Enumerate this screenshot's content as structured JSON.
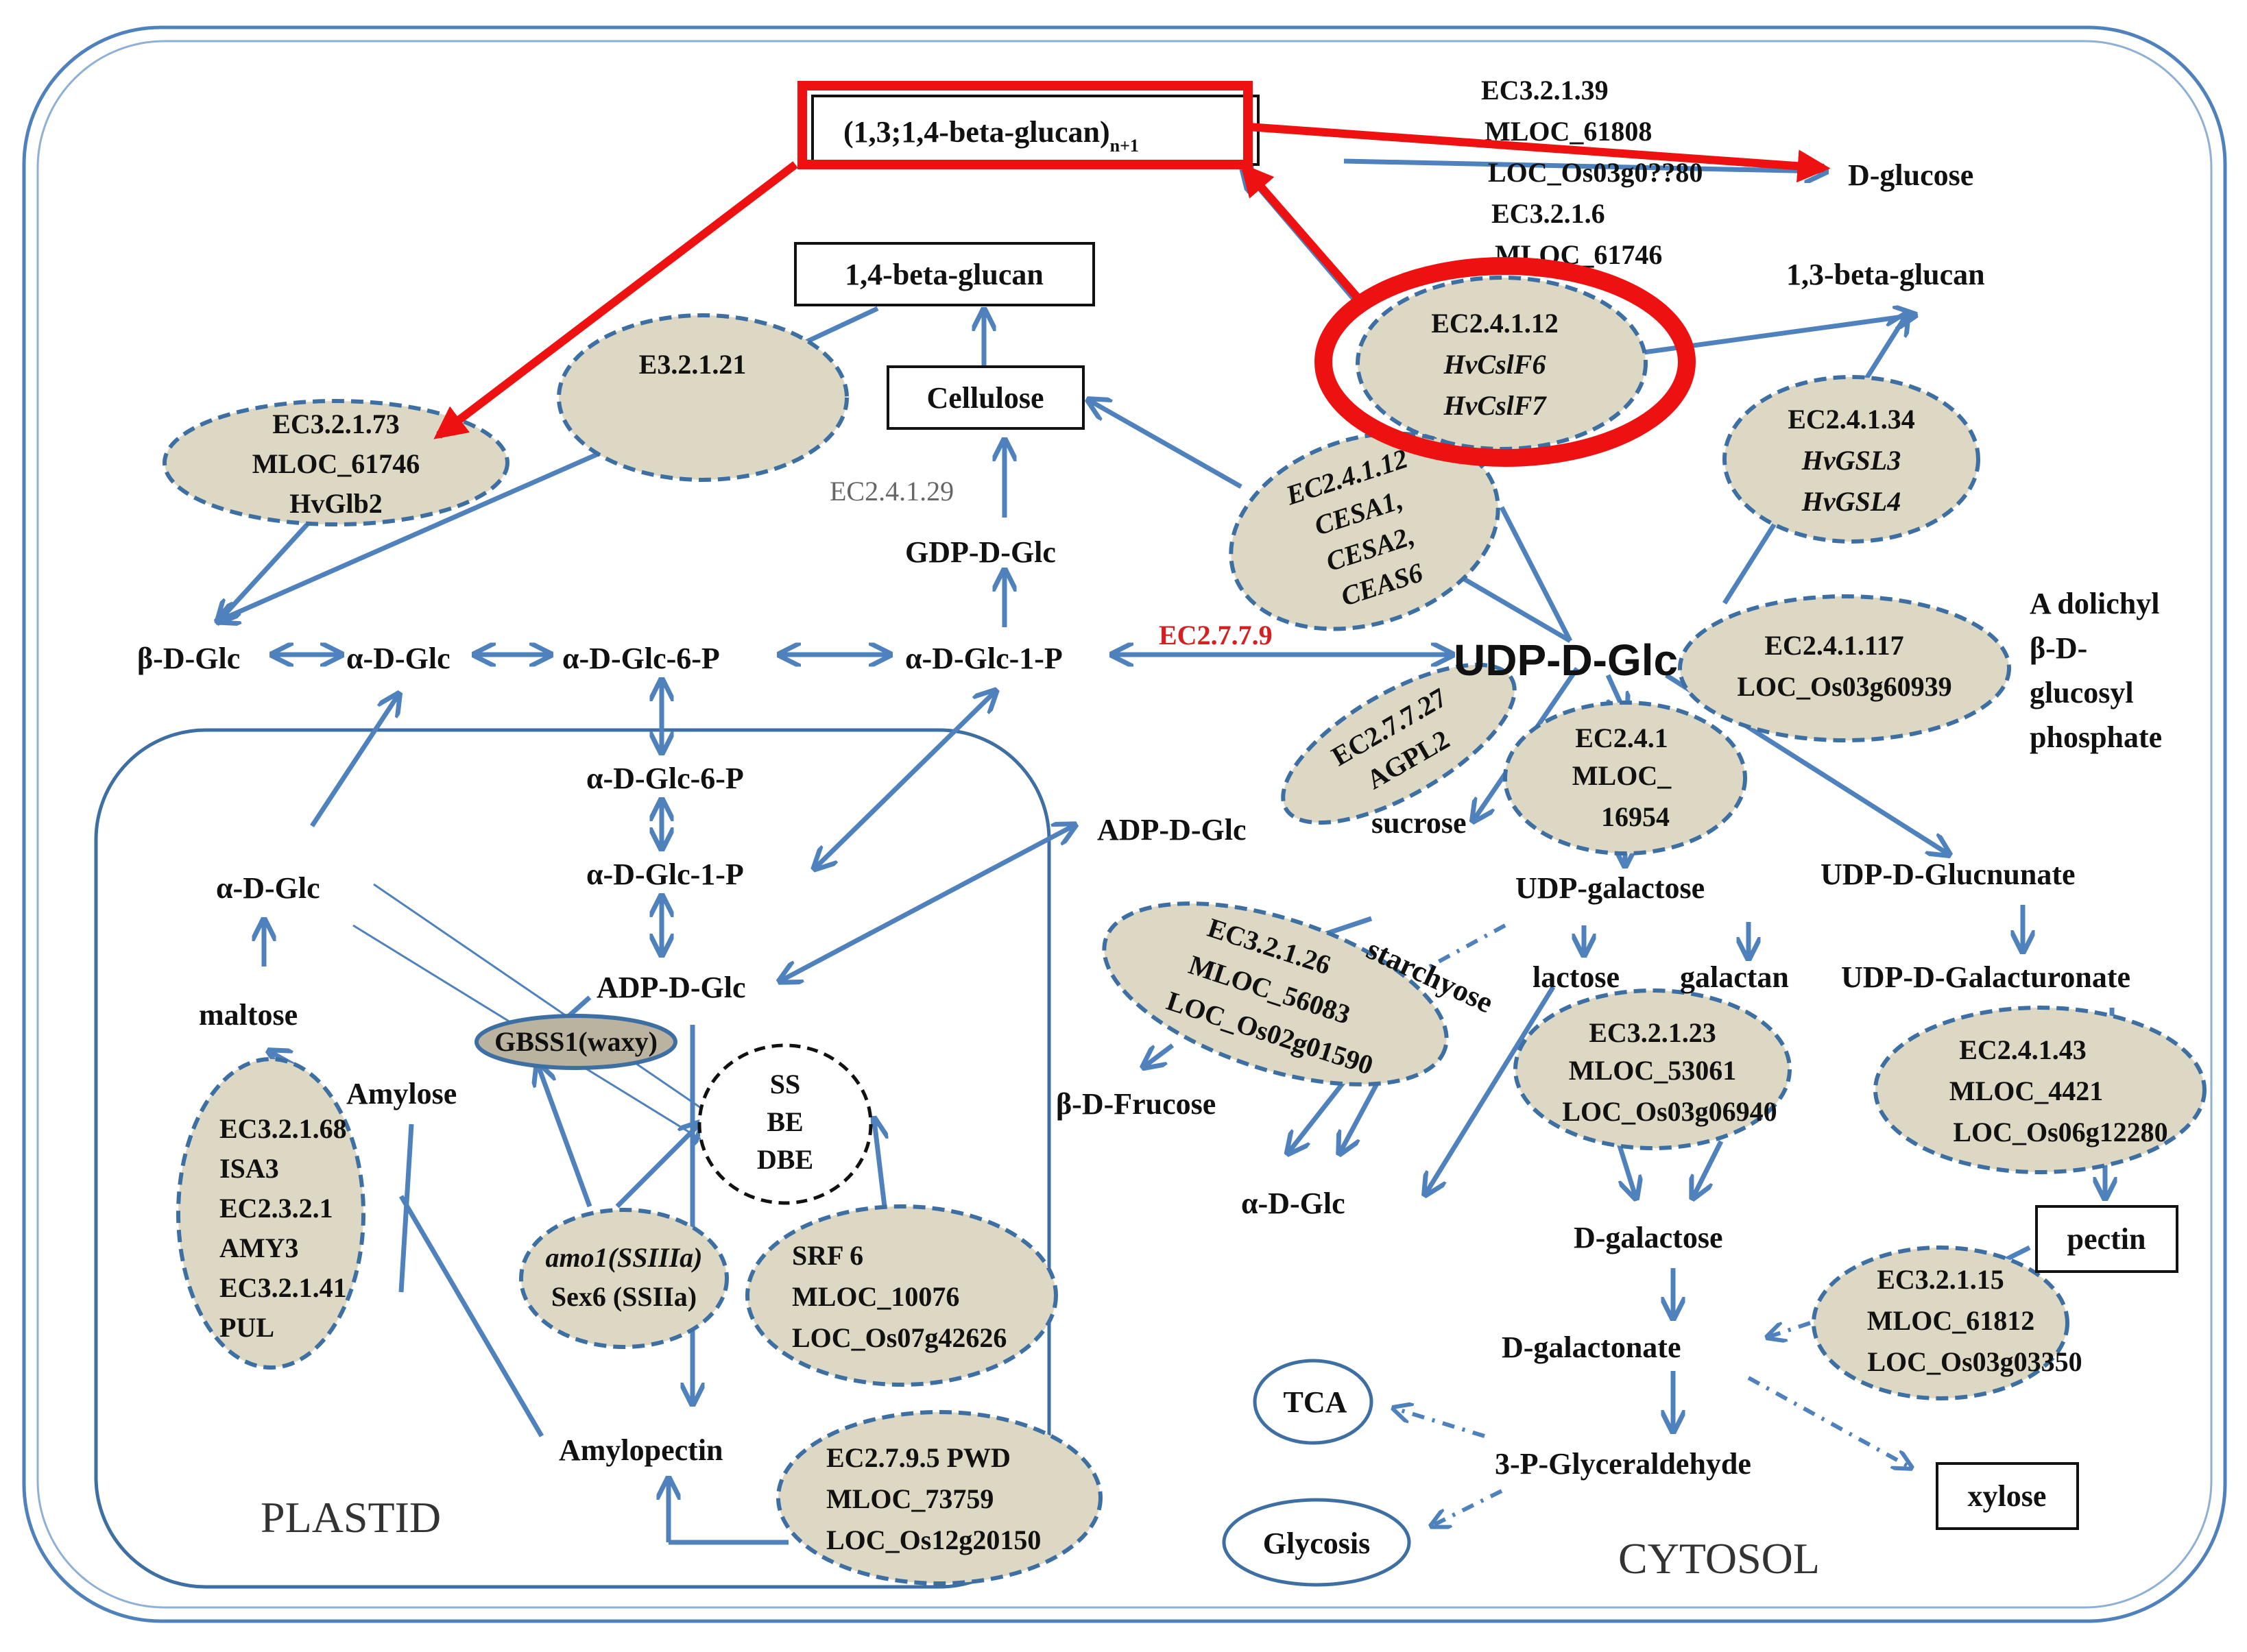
{
  "regions": {
    "plastid": "PLASTID",
    "cytosol": "CYTOSOL"
  },
  "colors": {
    "arrow": "#4f81bd",
    "enzyme_fill": "#ddd8c4",
    "highlight": "#ee1111",
    "ec_red": "#d42020"
  },
  "boxes": {
    "beta_glucan_main": "(1,3;1,4-beta-glucan)",
    "beta_glucan_main_sub": "n+1",
    "b14_glucan": "1,4-beta-glucan",
    "cellulose": "Cellulose",
    "pectin": "pectin",
    "xylose": "xylose"
  },
  "circles": {
    "tca": "TCA",
    "glycosis": "Glycosis"
  },
  "metabolites": {
    "d_glucose": "D-glucose",
    "b13_glucan": "1,3-beta-glucan",
    "gdp_d_glc": "GDP-D-Glc",
    "ec24129": "EC2.4.1.29",
    "beta_d_glc": "β-D-Glc",
    "alpha_d_glc_top": "α-D-Glc",
    "alpha_glc6p_top": "α-D-Glc-6-P",
    "alpha_glc1p_top": "α-D-Glc-1-P",
    "ec2779": "EC2.7.7.9",
    "udp_d_glc": "UDP-D-Glc",
    "dolichyl": [
      "A dolichyl",
      "β-D-",
      "glucosyl",
      "phosphate"
    ],
    "alpha_glc6p_plastid": "α-D-Glc-6-P",
    "alpha_glc1p_plastid": "α-D-Glc-1-P",
    "adp_d_glc_plastid": "ADP-D-Glc",
    "adp_d_glc_cytosol": "ADP-D-Glc",
    "alpha_d_glc_plastid": "α-D-Glc",
    "maltose": "maltose",
    "amylose": "Amylose",
    "amylopectin": "Amylopectin",
    "sucrose": "sucrose",
    "udp_galactose": "UDP-galactose",
    "udp_d_glucunate": "UDP-D-Glucnunate",
    "udp_d_galacturonate": "UDP-D-Galacturonate",
    "starchyose": "starchyose",
    "lactose": "lactose",
    "galactan": "galactan",
    "beta_d_frucose": "β-D-Frucose",
    "alpha_d_glc_cytosol": "α-D-Glc",
    "d_galactose": "D-galactose",
    "d_galactonate": "D-galactonate",
    "p3_glyceraldehyde": "3-P-Glyceraldehyde"
  },
  "enzyme_text": {
    "ec321_39": [
      "EC3.2.1.39",
      "MLOC_61808",
      "LOC_Os03g0??80",
      "EC3.2.1.6",
      "MLOC_61746"
    ]
  },
  "enzymes": {
    "ec32173": [
      "EC3.2.1.73",
      "MLOC_61746",
      "HvGlb2"
    ],
    "e32121": [
      "E3.2.1.21"
    ],
    "ec24112_csl": [
      "EC2.4.1.12",
      "HvCslF6",
      "HvCslF7"
    ],
    "ec24112_cesa": [
      "EC2.4.1.12",
      "CESA1,",
      "CESA2,",
      "CEAS6"
    ],
    "ec24134": [
      "EC2.4.1.34",
      "HvGSL3",
      "HvGSL4"
    ],
    "ec241117": [
      "EC2.4.1.117",
      "LOC_Os03g60939"
    ],
    "ec27727": [
      "EC2.7.7.27",
      "AGPL2"
    ],
    "ec241_mloc": [
      "EC2.4.1",
      "MLOC_",
      "16954"
    ],
    "ec32126": [
      "EC3.2.1.26",
      "MLOC_56083",
      "LOC_Os02g01590"
    ],
    "ec32123": [
      "EC3.2.1.23",
      "MLOC_53061",
      "LOC_Os03g06940"
    ],
    "ec24143": [
      "EC2.4.1.43",
      "MLOC_4421",
      "LOC_Os06g12280"
    ],
    "ec32115": [
      "EC3.2.1.15",
      "MLOC_61812",
      "LOC_Os03g03350"
    ],
    "gbss1": [
      "GBSS1(waxy)"
    ],
    "ss_be_dbe": [
      "SS",
      "BE",
      "DBE"
    ],
    "ec32168": [
      "EC3.2.1.68",
      "ISA3",
      "EC2.3.2.1",
      "AMY3",
      "EC3.2.1.41",
      "PUL"
    ],
    "amo1": [
      "amo1(SSIIIa)",
      "Sex6 (SSIIa)"
    ],
    "srf6": [
      "SRF 6",
      "MLOC_10076",
      "LOC_Os07g42626"
    ],
    "ec2795": [
      "EC2.7.9.5 PWD",
      "MLOC_73759",
      "LOC_Os12g20150"
    ]
  }
}
